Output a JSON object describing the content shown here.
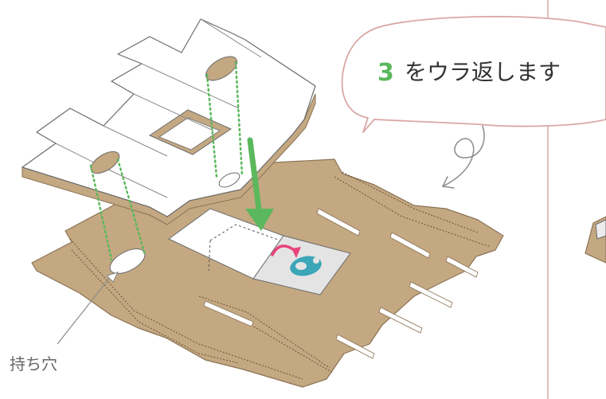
{
  "bubble": {
    "step_number": "3",
    "text": "をウラ返します"
  },
  "labels": {
    "handle_hole": "持ち穴"
  },
  "colors": {
    "cardboard": "#c4a882",
    "cardboard_edge": "#8b7355",
    "white_panel": "#ffffff",
    "panel_edge": "#6b6b6b",
    "green_accent": "#5cb85c",
    "bubble_outline": "#d9a8a5",
    "pink_arrow": "#e8457a",
    "teal_logo": "#3aa6b8",
    "gray_text": "#666666",
    "divider": "#d9a8a5"
  },
  "icons": {
    "curl_arrow": "curved-down-arrow",
    "flip_arrow": "curved-flip-arrow",
    "logo": "teal-leaf-logo"
  }
}
